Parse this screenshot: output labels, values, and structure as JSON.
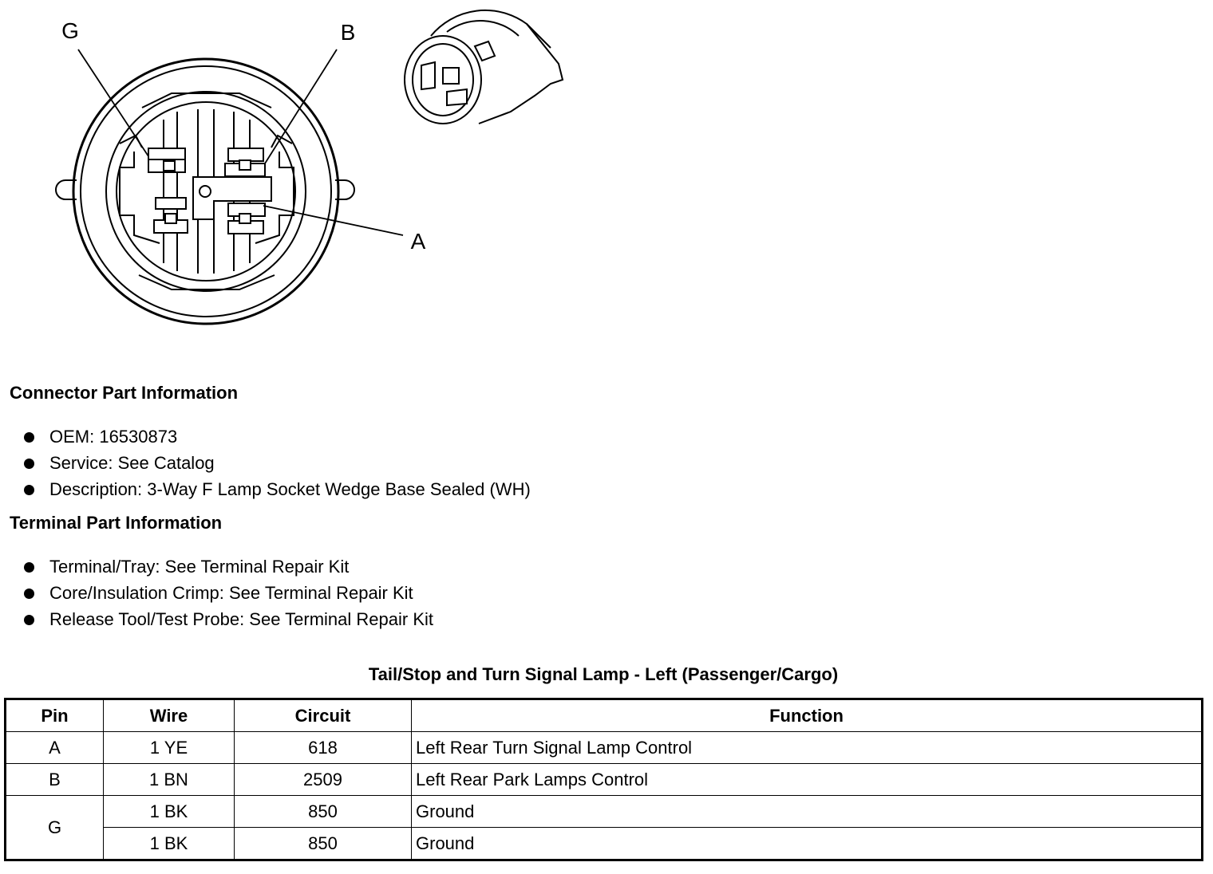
{
  "diagram": {
    "labels": {
      "g": "G",
      "b": "B",
      "a": "A"
    }
  },
  "connector_info": {
    "heading": "Connector Part Information",
    "items": [
      "OEM: 16530873",
      "Service: See Catalog",
      "Description: 3-Way F Lamp Socket Wedge Base Sealed (WH)"
    ]
  },
  "terminal_info": {
    "heading": "Terminal Part Information",
    "items": [
      "Terminal/Tray: See Terminal Repair Kit",
      "Core/Insulation Crimp: See Terminal Repair Kit",
      "Release Tool/Test Probe: See Terminal Repair Kit"
    ]
  },
  "table": {
    "title": "Tail/Stop and Turn Signal Lamp - Left (Passenger/Cargo)",
    "headers": {
      "pin": "Pin",
      "wire": "Wire",
      "circuit": "Circuit",
      "function": "Function"
    },
    "rows": [
      {
        "pin": "A",
        "wire": "1 YE",
        "circuit": "618",
        "function": "Left Rear Turn Signal Lamp Control"
      },
      {
        "pin": "B",
        "wire": "1 BN",
        "circuit": "2509",
        "function": "Left Rear Park Lamps Control"
      },
      {
        "pin": "G",
        "wire": "1 BK",
        "circuit": "850",
        "function": "Ground"
      },
      {
        "pin": "",
        "wire": "1 BK",
        "circuit": "850",
        "function": "Ground"
      }
    ]
  }
}
